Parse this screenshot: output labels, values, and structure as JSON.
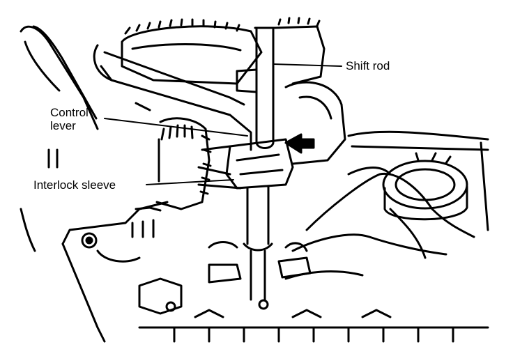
{
  "labels": {
    "shift_rod": "Shift rod",
    "control_lever_line1": "Control",
    "control_lever_line2": "lever",
    "interlock_sleeve": "Interlock sleeve"
  },
  "colors": {
    "ink": "#000000",
    "paper": "#ffffff"
  }
}
